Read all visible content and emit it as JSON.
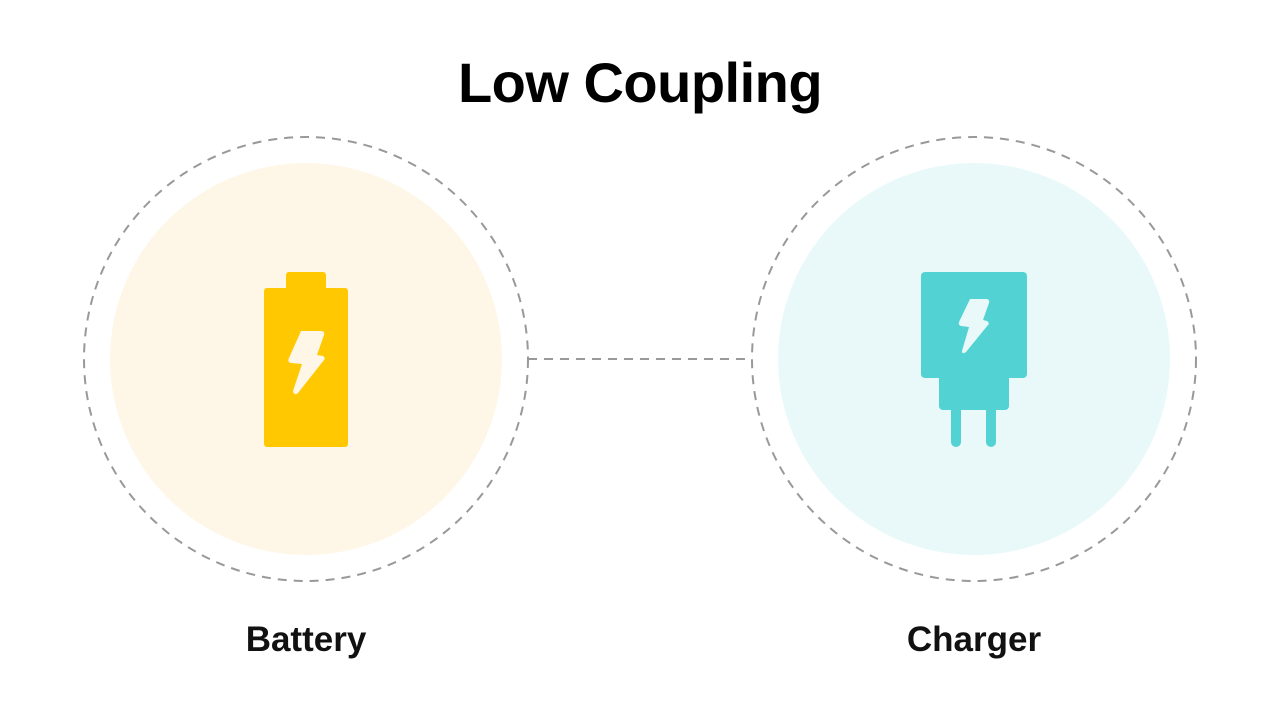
{
  "title": "Low Coupling",
  "nodes": [
    {
      "label": "Battery",
      "icon": "battery-icon",
      "color": "#FFC800",
      "bg": "#FEF7E8"
    },
    {
      "label": "Charger",
      "icon": "charger-icon",
      "color": "#52D2D3",
      "bg": "#E9F9F9"
    }
  ],
  "connector_color": "#999999"
}
